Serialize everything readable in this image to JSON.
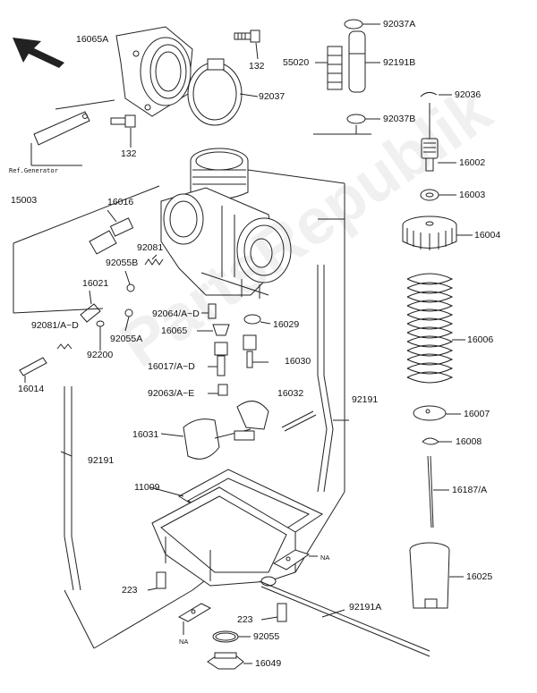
{
  "watermark": "PartsRepublik",
  "reference": "Ref.Generator",
  "labels": {
    "l16065A": "16065A",
    "l132a": "132",
    "l132b": "132",
    "l92037": "92037",
    "l92037A": "92037A",
    "l55020": "55020",
    "l92191B": "92191B",
    "l92036": "92036",
    "l92037B": "92037B",
    "l16002": "16002",
    "l16003": "16003",
    "l16004": "16004",
    "l15003": "15003",
    "l16016": "16016",
    "l92081": "92081",
    "l92055B": "92055B",
    "l16021": "16021",
    "l92081AD": "92081/A~D",
    "l92064AD": "92064/A~D",
    "l16029": "16029",
    "l92055A": "92055A",
    "l16065": "16065",
    "l16006": "16006",
    "l92200": "92200",
    "l16014": "16014",
    "l16017AD": "16017/A~D",
    "l16030": "16030",
    "l92063AE": "92063/A~E",
    "l16032": "16032",
    "l92191a": "92191",
    "l16007": "16007",
    "l16031": "16031",
    "l16008": "16008",
    "l92191b": "92191",
    "l11009": "11009",
    "l16187A": "16187/A",
    "lNA1": "NA",
    "l16025": "16025",
    "l223a": "223",
    "l92191A": "92191A",
    "l223b": "223",
    "lNA2": "NA",
    "l92055": "92055",
    "l16049": "16049"
  }
}
